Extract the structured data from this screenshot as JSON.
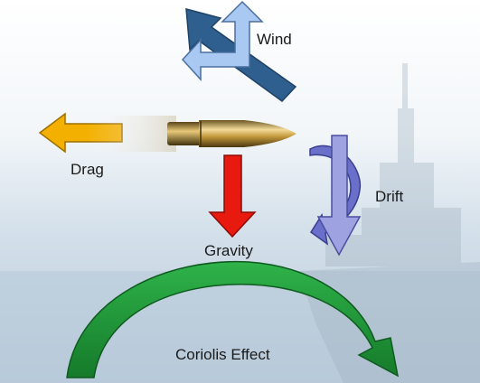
{
  "labels": {
    "wind": "Wind",
    "drag": "Drag",
    "drift": "Drift",
    "gravity": "Gravity",
    "coriolis": "Coriolis Effect"
  },
  "colors": {
    "wind_dark": "#2f5f8f",
    "wind_light": "#a9c8f2",
    "drag": "#f4b000",
    "gravity": "#e8190f",
    "drift": "#7b7fd0",
    "coriolis": "#1f9e3a",
    "bullet": "#c9a24a",
    "sea": "#c7d6e3"
  },
  "icons": {
    "bullet": "bullet-icon",
    "ship": "ship-icon"
  }
}
